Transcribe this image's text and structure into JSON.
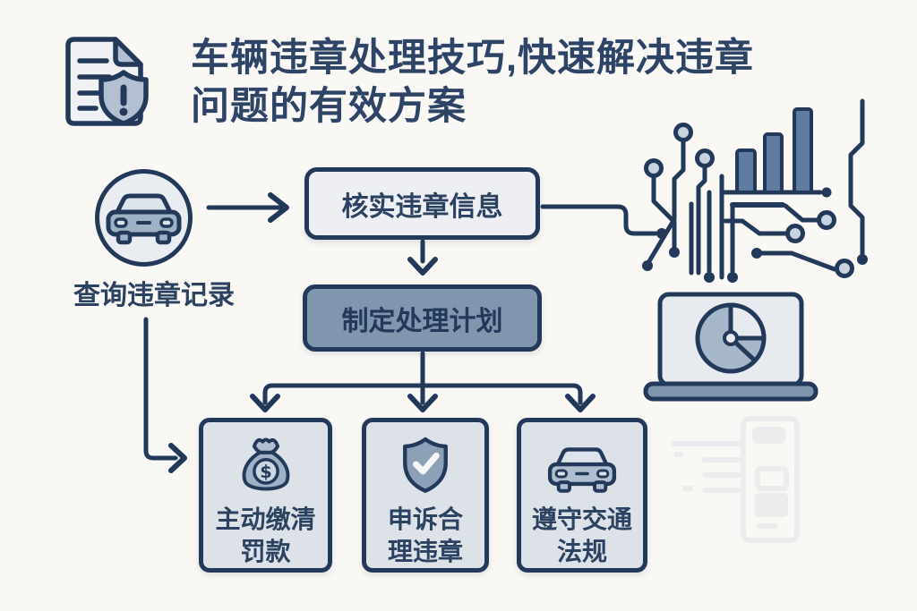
{
  "colors": {
    "background": "#faf8f4",
    "navy": "#23395a",
    "text_navy": "#2e4466",
    "slate_fill": "#8095ae",
    "light_box_fill": "#edeff3",
    "outcome_box_fill": "#dde2e9",
    "bar_fill": "#5f7ca0",
    "node_fill": "#c9d3df"
  },
  "header": {
    "icon": "document-shield-icon",
    "alert_mark": "!",
    "title_line1": "车辆违章处理技巧,快速解决违章",
    "title_line2": "问题的有效方案"
  },
  "flow": {
    "start": {
      "icon": "car-icon",
      "label": "查询违章记录"
    },
    "steps": [
      {
        "label": "核实违章信息"
      },
      {
        "label": "制定处理计划"
      }
    ],
    "outcomes": [
      {
        "icon": "money-bag-icon",
        "currency_symbol": "$",
        "label_line1": "主动缴清",
        "label_line2": "罚款"
      },
      {
        "icon": "shield-check-icon",
        "label_line1": "申诉合",
        "label_line2": "理违章"
      },
      {
        "icon": "car-icon",
        "label_line1": "遵守交通",
        "label_line2": "法规"
      }
    ]
  },
  "illustration": {
    "name": "circuit-analytics-laptop",
    "elements": [
      "bar-chart",
      "circuit-traces",
      "laptop-pie-chart"
    ]
  },
  "watermark": {
    "name": "document-outline-watermark"
  }
}
